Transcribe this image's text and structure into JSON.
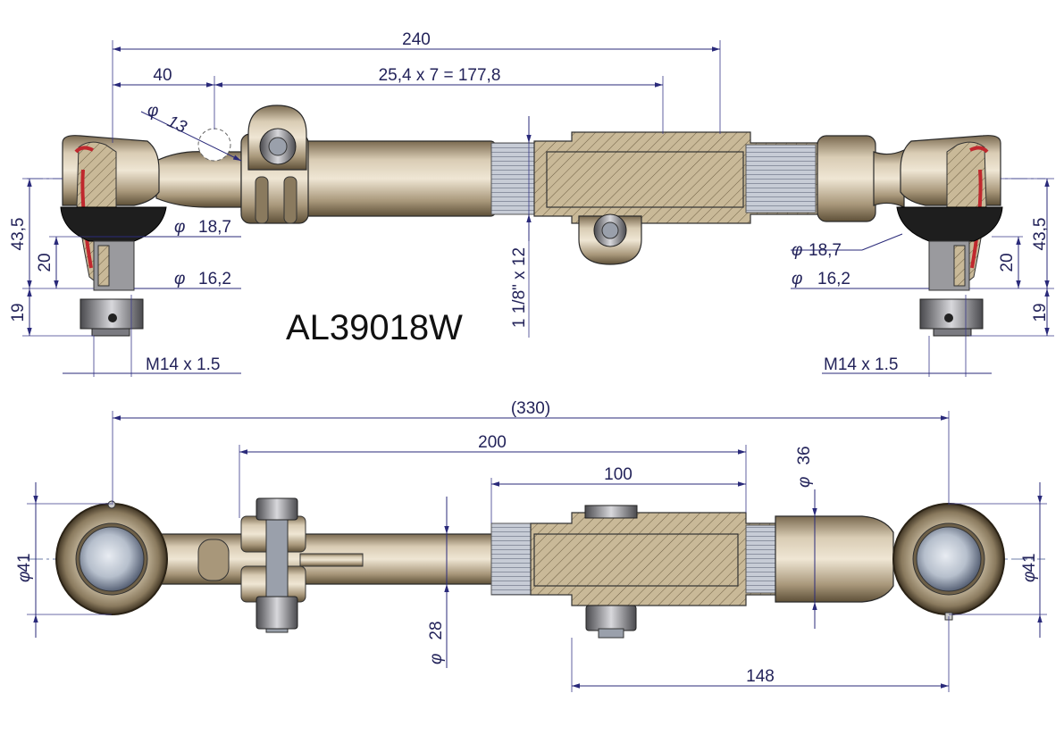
{
  "part_number": "AL39018W",
  "top_view": {
    "overall_length": "240",
    "offset": "40",
    "thread_pitch_length": "25,4 x 7 =  177,8",
    "hole_diameter": "13",
    "ball_diameter_left": "18,7",
    "ball_diameter_right": "18,7",
    "stud_diameter_left": "16,2",
    "stud_diameter_right": "16,2",
    "height_left": "43,5",
    "height_right": "43,5",
    "stud_length_left": "20",
    "stud_length_right": "20",
    "thread_length_left": "19",
    "thread_length_right": "19",
    "tube_thread": "1 1/8\" x 12",
    "stud_thread_left": "M14 x 1.5",
    "stud_thread_right": "M14 x 1.5"
  },
  "bottom_view": {
    "overall_length": "(330)",
    "adjust_length": "200",
    "section_length": "100",
    "end_length": "148",
    "eye_diameter_left": "41",
    "eye_diameter_right": "41",
    "body_diameter": "36",
    "rod_diameter": "28"
  },
  "colors": {
    "metal": "#b5a48a",
    "metal_dark": "#6e6048",
    "dimension": "#23235a",
    "boot": "#1e1e1e",
    "seal": "#c0282e"
  },
  "phi_symbol": "φ"
}
